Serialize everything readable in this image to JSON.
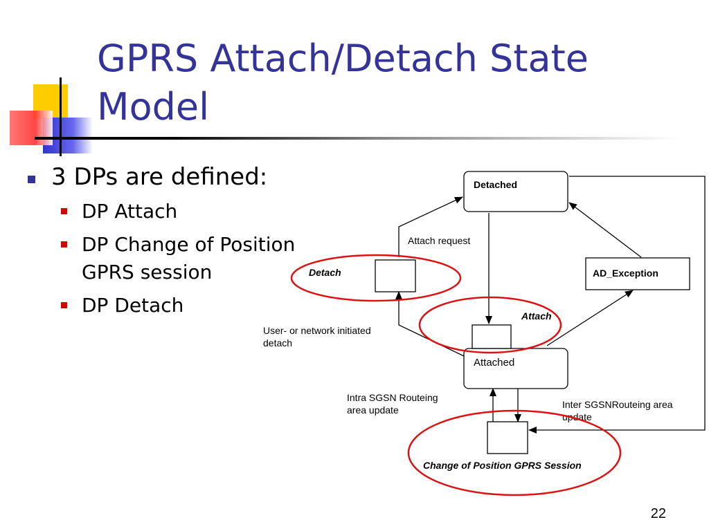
{
  "slide": {
    "title_line1": "GPRS Attach/Detach State",
    "title_line2": "Model",
    "page_number": "22"
  },
  "bullets": {
    "main": "3 DPs are defined:",
    "sub": [
      "DP Attach",
      "DP Change of Position",
      "GPRS session",
      "DP Detach"
    ]
  },
  "diagram": {
    "states": {
      "detached": "Detached",
      "attached": "Attached",
      "ad_exception": "AD_Exception"
    },
    "dp_labels": {
      "detach": "Detach",
      "attach": "Attach",
      "change_of_position": "Change of Position GPRS Session"
    },
    "transitions": {
      "attach_request": "Attach request",
      "user_detach_1": "User- or network initiated",
      "user_detach_2": "detach",
      "intra_1": "Intra SGSN Routeing",
      "intra_2": "area update",
      "inter_1": "Inter SGSNRouteing area",
      "inter_2": "update"
    },
    "colors": {
      "highlight": "#dd1111",
      "line": "#000000"
    }
  }
}
